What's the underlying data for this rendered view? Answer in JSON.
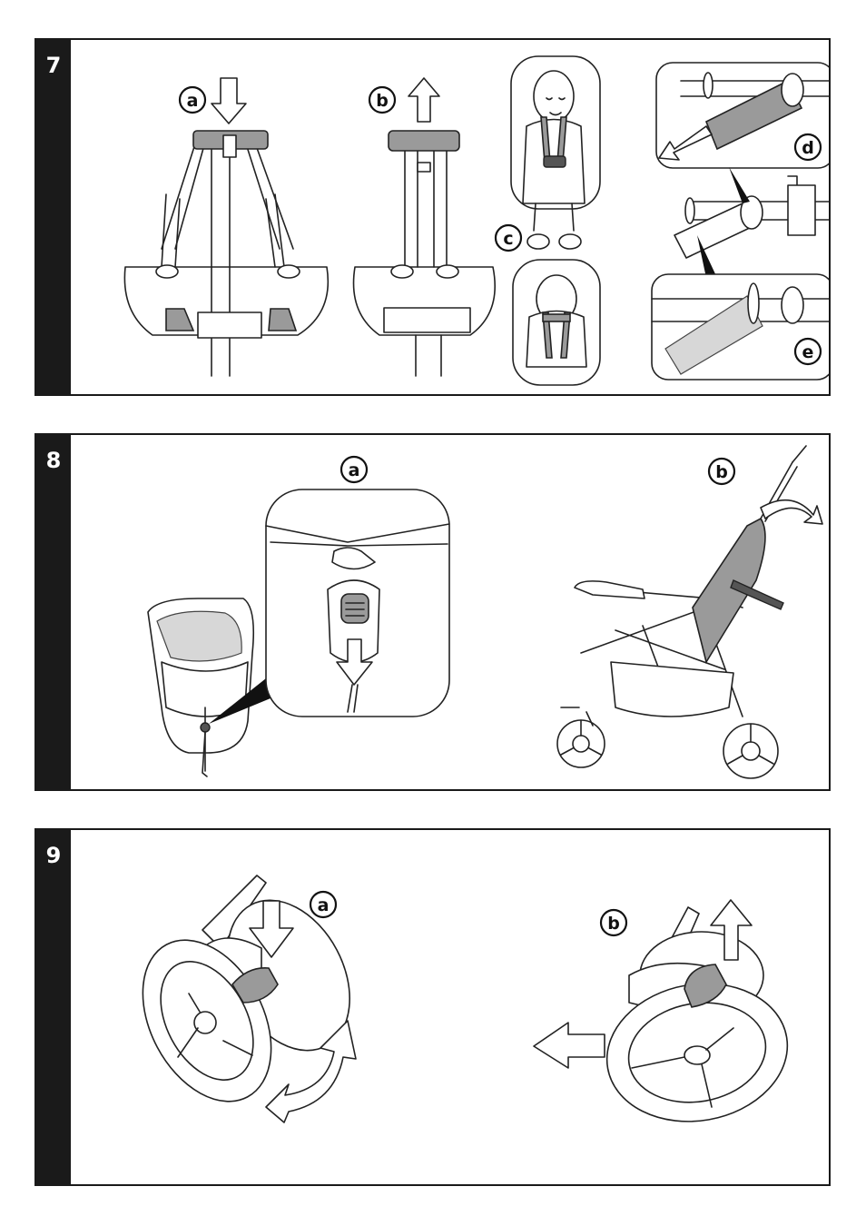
{
  "steps": [
    {
      "number": "7",
      "labels": {
        "a": "a",
        "b": "b",
        "c": "c",
        "d": "d",
        "e": "e"
      }
    },
    {
      "number": "8",
      "labels": {
        "a": "a",
        "b": "b"
      }
    },
    {
      "number": "9",
      "labels": {
        "a": "a",
        "b": "b"
      }
    }
  ],
  "colors": {
    "frame": "#1a1a1a",
    "accent_gray": "#9a9a9a",
    "light_gray": "#d7d7d7"
  }
}
